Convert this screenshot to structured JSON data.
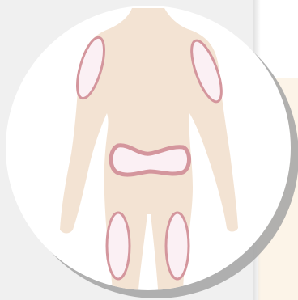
{
  "illustration": {
    "subject": "front-body-injection-sites",
    "sites": [
      {
        "name": "left-upper-arm"
      },
      {
        "name": "right-upper-arm"
      },
      {
        "name": "abdomen"
      },
      {
        "name": "left-thigh"
      },
      {
        "name": "right-thigh"
      }
    ],
    "colors": {
      "background": "#f0f0f0",
      "circle": "#ffffff",
      "circle_shadow": "#a3a3a3",
      "body": "#f3e3d3",
      "site_outline": "#d4969d",
      "site_fill": "#fbf0f4",
      "right_panel": "#fcf4e8"
    }
  }
}
